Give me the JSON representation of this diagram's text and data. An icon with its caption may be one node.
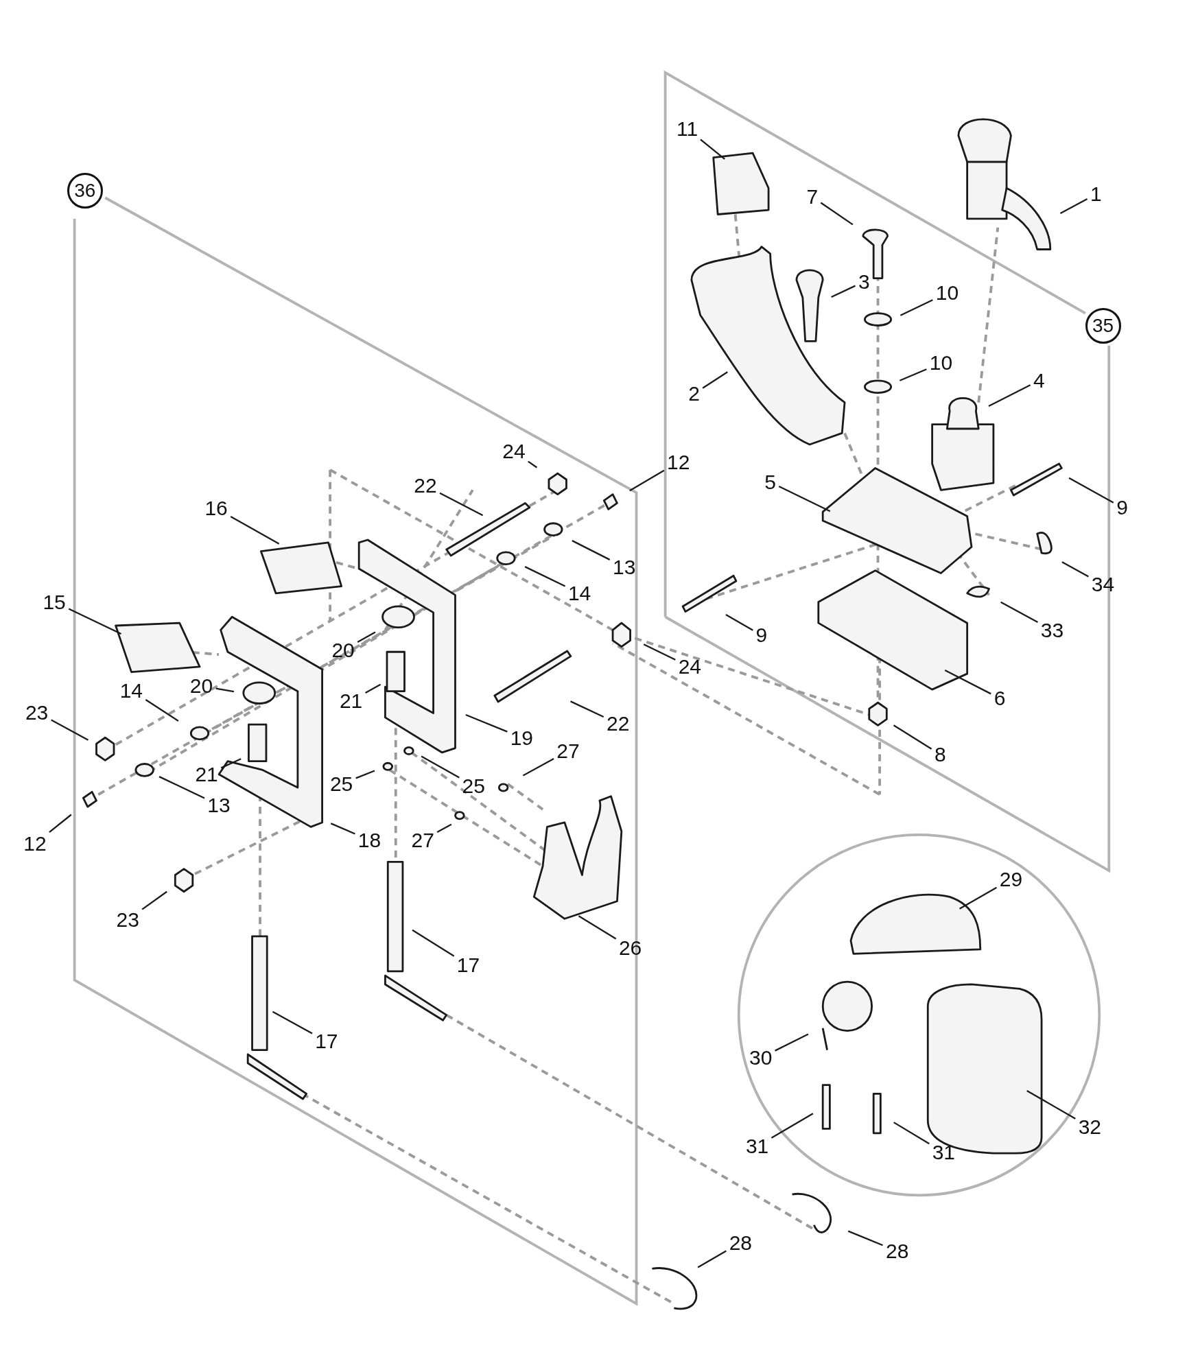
{
  "diagram": {
    "nodes": [
      {
        "text": [
          "11"
        ]
      },
      {
        "text": [
          "1"
        ]
      },
      {
        "text": [
          "7"
        ]
      },
      {
        "text": [
          "36"
        ]
      },
      {
        "text": [
          "3"
        ]
      },
      {
        "text": [
          "10"
        ]
      },
      {
        "text": [
          "35"
        ]
      },
      {
        "text": [
          "10"
        ]
      },
      {
        "text": [
          "4"
        ]
      },
      {
        "text": [
          "2"
        ]
      },
      {
        "text": [
          "24"
        ]
      },
      {
        "text": [
          "12"
        ]
      },
      {
        "text": [
          "22"
        ]
      },
      {
        "text": [
          "5"
        ]
      },
      {
        "text": [
          "9"
        ]
      },
      {
        "text": [
          "16"
        ]
      },
      {
        "text": [
          "13"
        ]
      },
      {
        "text": [
          "14"
        ]
      },
      {
        "text": [
          "34"
        ]
      },
      {
        "text": [
          "15"
        ]
      },
      {
        "text": [
          "33"
        ]
      },
      {
        "text": [
          "9"
        ]
      },
      {
        "text": [
          "20"
        ]
      },
      {
        "text": [
          "24"
        ]
      },
      {
        "text": [
          "14"
        ]
      },
      {
        "text": [
          "6"
        ]
      },
      {
        "text": [
          "21"
        ]
      },
      {
        "text": [
          "20"
        ]
      },
      {
        "text": [
          "23"
        ]
      },
      {
        "text": [
          "22"
        ]
      },
      {
        "text": [
          "19"
        ]
      },
      {
        "text": [
          "8"
        ]
      },
      {
        "text": [
          "27"
        ]
      },
      {
        "text": [
          "21"
        ]
      },
      {
        "text": [
          "25"
        ]
      },
      {
        "text": [
          "25"
        ]
      },
      {
        "text": [
          "13"
        ]
      },
      {
        "text": [
          "18"
        ]
      },
      {
        "text": [
          "12"
        ]
      },
      {
        "text": [
          "27"
        ]
      },
      {
        "text": [
          "29"
        ]
      },
      {
        "text": [
          "23"
        ]
      },
      {
        "text": [
          "26"
        ]
      },
      {
        "text": [
          "17"
        ]
      },
      {
        "text": [
          "17"
        ]
      },
      {
        "text": [
          "30"
        ]
      },
      {
        "text": [
          "32"
        ]
      },
      {
        "text": [
          "31"
        ]
      },
      {
        "text": [
          "31"
        ]
      },
      {
        "text": [
          "28"
        ]
      },
      {
        "text": [
          "28"
        ]
      }
    ],
    "edges": [
      {
        "from": 0,
        "to": null,
        "arrow": "none"
      },
      {
        "from": 1,
        "to": null,
        "arrow": "none"
      },
      {
        "from": 2,
        "to": null,
        "arrow": "none"
      },
      {
        "from": 4,
        "to": null,
        "arrow": "none"
      },
      {
        "from": 5,
        "to": null,
        "arrow": "none"
      },
      {
        "from": 7,
        "to": null,
        "arrow": "none"
      },
      {
        "from": 8,
        "to": null,
        "arrow": "none"
      },
      {
        "from": 9,
        "to": null,
        "arrow": "none"
      },
      {
        "from": 10,
        "to": null,
        "arrow": "none"
      },
      {
        "from": 11,
        "to": null,
        "arrow": "none"
      },
      {
        "from": 12,
        "to": null,
        "arrow": "none"
      },
      {
        "from": 13,
        "to": null,
        "arrow": "none"
      },
      {
        "from": 14,
        "to": null,
        "arrow": "none"
      },
      {
        "from": 15,
        "to": null,
        "arrow": "none"
      },
      {
        "from": 16,
        "to": null,
        "arrow": "none"
      },
      {
        "from": 17,
        "to": null,
        "arrow": "none"
      },
      {
        "from": 18,
        "to": null,
        "arrow": "none"
      },
      {
        "from": 19,
        "to": null,
        "arrow": "none"
      },
      {
        "from": 20,
        "to": null,
        "arrow": "none"
      },
      {
        "from": 21,
        "to": null,
        "arrow": "none"
      },
      {
        "from": 22,
        "to": null,
        "arrow": "none"
      },
      {
        "from": 23,
        "to": null,
        "arrow": "none"
      },
      {
        "from": 24,
        "to": null,
        "arrow": "none"
      },
      {
        "from": 25,
        "to": null,
        "arrow": "none"
      },
      {
        "from": 26,
        "to": null,
        "arrow": "none"
      },
      {
        "from": 27,
        "to": null,
        "arrow": "none"
      },
      {
        "from": 28,
        "to": null,
        "arrow": "none"
      },
      {
        "from": 29,
        "to": null,
        "arrow": "none"
      },
      {
        "from": 30,
        "to": null,
        "arrow": "none"
      },
      {
        "from": 31,
        "to": null,
        "arrow": "none"
      },
      {
        "from": 32,
        "to": null,
        "arrow": "none"
      },
      {
        "from": 33,
        "to": null,
        "arrow": "none"
      },
      {
        "from": 34,
        "to": null,
        "arrow": "none"
      },
      {
        "from": 35,
        "to": null,
        "arrow": "none"
      },
      {
        "from": 36,
        "to": null,
        "arrow": "none"
      },
      {
        "from": 37,
        "to": null,
        "arrow": "none"
      },
      {
        "from": 38,
        "to": null,
        "arrow": "none"
      },
      {
        "from": 39,
        "to": null,
        "arrow": "none"
      },
      {
        "from": 40,
        "to": null,
        "arrow": "none"
      },
      {
        "from": 41,
        "to": null,
        "arrow": "none"
      },
      {
        "from": 42,
        "to": null,
        "arrow": "none"
      },
      {
        "from": 43,
        "to": null,
        "arrow": "none"
      },
      {
        "from": 44,
        "to": null,
        "arrow": "none"
      },
      {
        "from": 45,
        "to": null,
        "arrow": "none"
      },
      {
        "from": 46,
        "to": null,
        "arrow": "none"
      },
      {
        "from": 47,
        "to": null,
        "arrow": "none"
      },
      {
        "from": 48,
        "to": null,
        "arrow": "none"
      },
      {
        "from": 49,
        "to": null,
        "arrow": "none"
      },
      {
        "from": 50,
        "to": null,
        "arrow": "none"
      }
    ]
  }
}
